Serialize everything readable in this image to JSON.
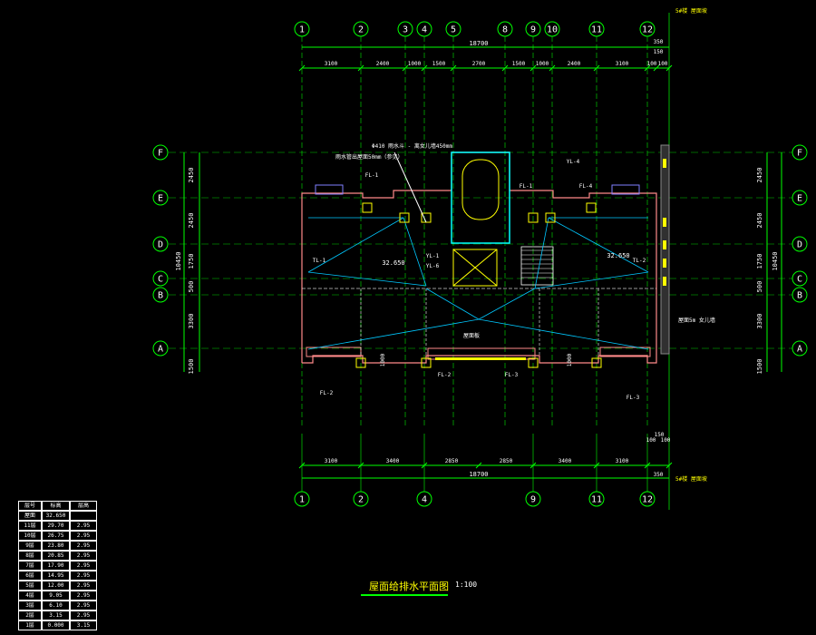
{
  "title": "屋面给排水平面图",
  "scale": "1:100",
  "colors": {
    "axis_line": "#00ff00",
    "wall": "#ff8a8a",
    "dim_text": "#ffffff",
    "pipe": "#00c8ff",
    "accent": "#ffff00",
    "cyan": "#00ffff",
    "green_text": "#00ff66"
  },
  "grid": {
    "columns_top": [
      "1",
      "2",
      "3",
      "4",
      "5",
      "8",
      "9",
      "10",
      "11",
      "12"
    ],
    "columns_bottom": [
      "1",
      "2",
      "4",
      "9",
      "11",
      "12"
    ],
    "rows_left": [
      "F",
      "E",
      "D",
      "C",
      "B",
      "A"
    ],
    "rows_right": [
      "F",
      "E",
      "D",
      "C",
      "B",
      "A"
    ]
  },
  "dims": {
    "top_total": "18700",
    "top_segments": [
      "3100",
      "2400",
      "1000",
      "1500",
      "2700",
      "1500",
      "1000",
      "2400",
      "3100",
      "100",
      "100"
    ],
    "top_right_extra": [
      "350",
      "150"
    ],
    "bottom_total": "18700",
    "bottom_segments": [
      "3100",
      "3400",
      "2850",
      "2850",
      "3400",
      "3100"
    ],
    "bottom_right_extra": [
      "150",
      "100",
      "100",
      "350"
    ],
    "left_rows": [
      "2450",
      "2450",
      "1750",
      "500",
      "3300",
      "1500"
    ],
    "left_total": "10450",
    "right_rows": [
      "2450",
      "2450",
      "1750",
      "500",
      "3300",
      "1500"
    ],
    "right_total": "10450"
  },
  "labels": {
    "drain_note_1": "Φ410 雨水斗 - 离女儿墙450mm",
    "drain_note_2": "雨水管出屋面50mm（参见）",
    "corner_note": "5#楼 屋面坡",
    "corner_note_bottom": "5#楼 屋面坡",
    "side_note": "屋面5m 女儿墙",
    "pipes": [
      "FL-1",
      "YL-4",
      "FL-1",
      "FL-4",
      "YL-1",
      "YL-6",
      "TL-1",
      "TL-2",
      "FL-2",
      "FL-3",
      "FL-2",
      "FL-3"
    ],
    "elev_left": "32.650",
    "elev_right": "32.650",
    "center_label": "屋面板",
    "dim_1000_left": "1000",
    "dim_1000_right": "1000"
  },
  "table": {
    "headers": [
      "层号",
      "标高",
      "层高"
    ],
    "rows": [
      [
        "屋面",
        "32.650",
        ""
      ],
      [
        "11层",
        "29.70",
        "2.95"
      ],
      [
        "10层",
        "26.75",
        "2.95"
      ],
      [
        "9层",
        "23.80",
        "2.95"
      ],
      [
        "8层",
        "20.85",
        "2.95"
      ],
      [
        "7层",
        "17.90",
        "2.95"
      ],
      [
        "6层",
        "14.95",
        "2.95"
      ],
      [
        "5层",
        "12.00",
        "2.95"
      ],
      [
        "4层",
        "9.05",
        "2.95"
      ],
      [
        "3层",
        "6.10",
        "2.95"
      ],
      [
        "2层",
        "3.15",
        "2.95"
      ],
      [
        "1层",
        "0.000",
        "3.15"
      ]
    ]
  }
}
